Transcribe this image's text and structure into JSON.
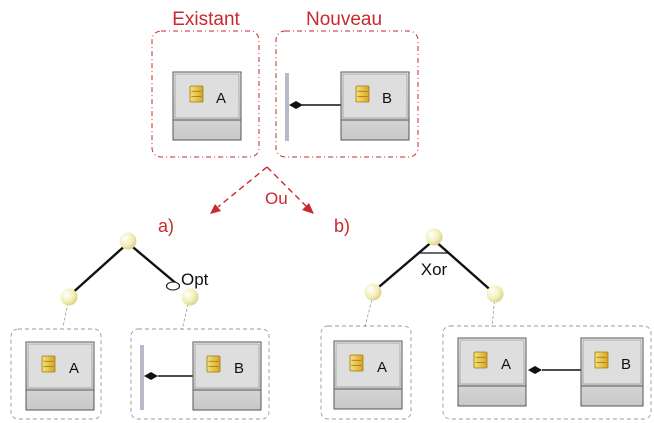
{
  "headers": {
    "existing": "Existant",
    "new": "Nouveau"
  },
  "choice_label": "Ou",
  "options": {
    "a": "a)",
    "b": "b)"
  },
  "annotations": {
    "opt": "Opt",
    "xor": "Xor"
  },
  "classes": {
    "a": "A",
    "b": "B"
  },
  "colors": {
    "accent_red": "#c9292c",
    "box_gray": "#d8d8d8",
    "group_border": "#9a9a9a",
    "node_yellow": "#f2efb8"
  },
  "icons": [
    "class-icon",
    "composition-diamond-icon",
    "tree-node-icon"
  ]
}
